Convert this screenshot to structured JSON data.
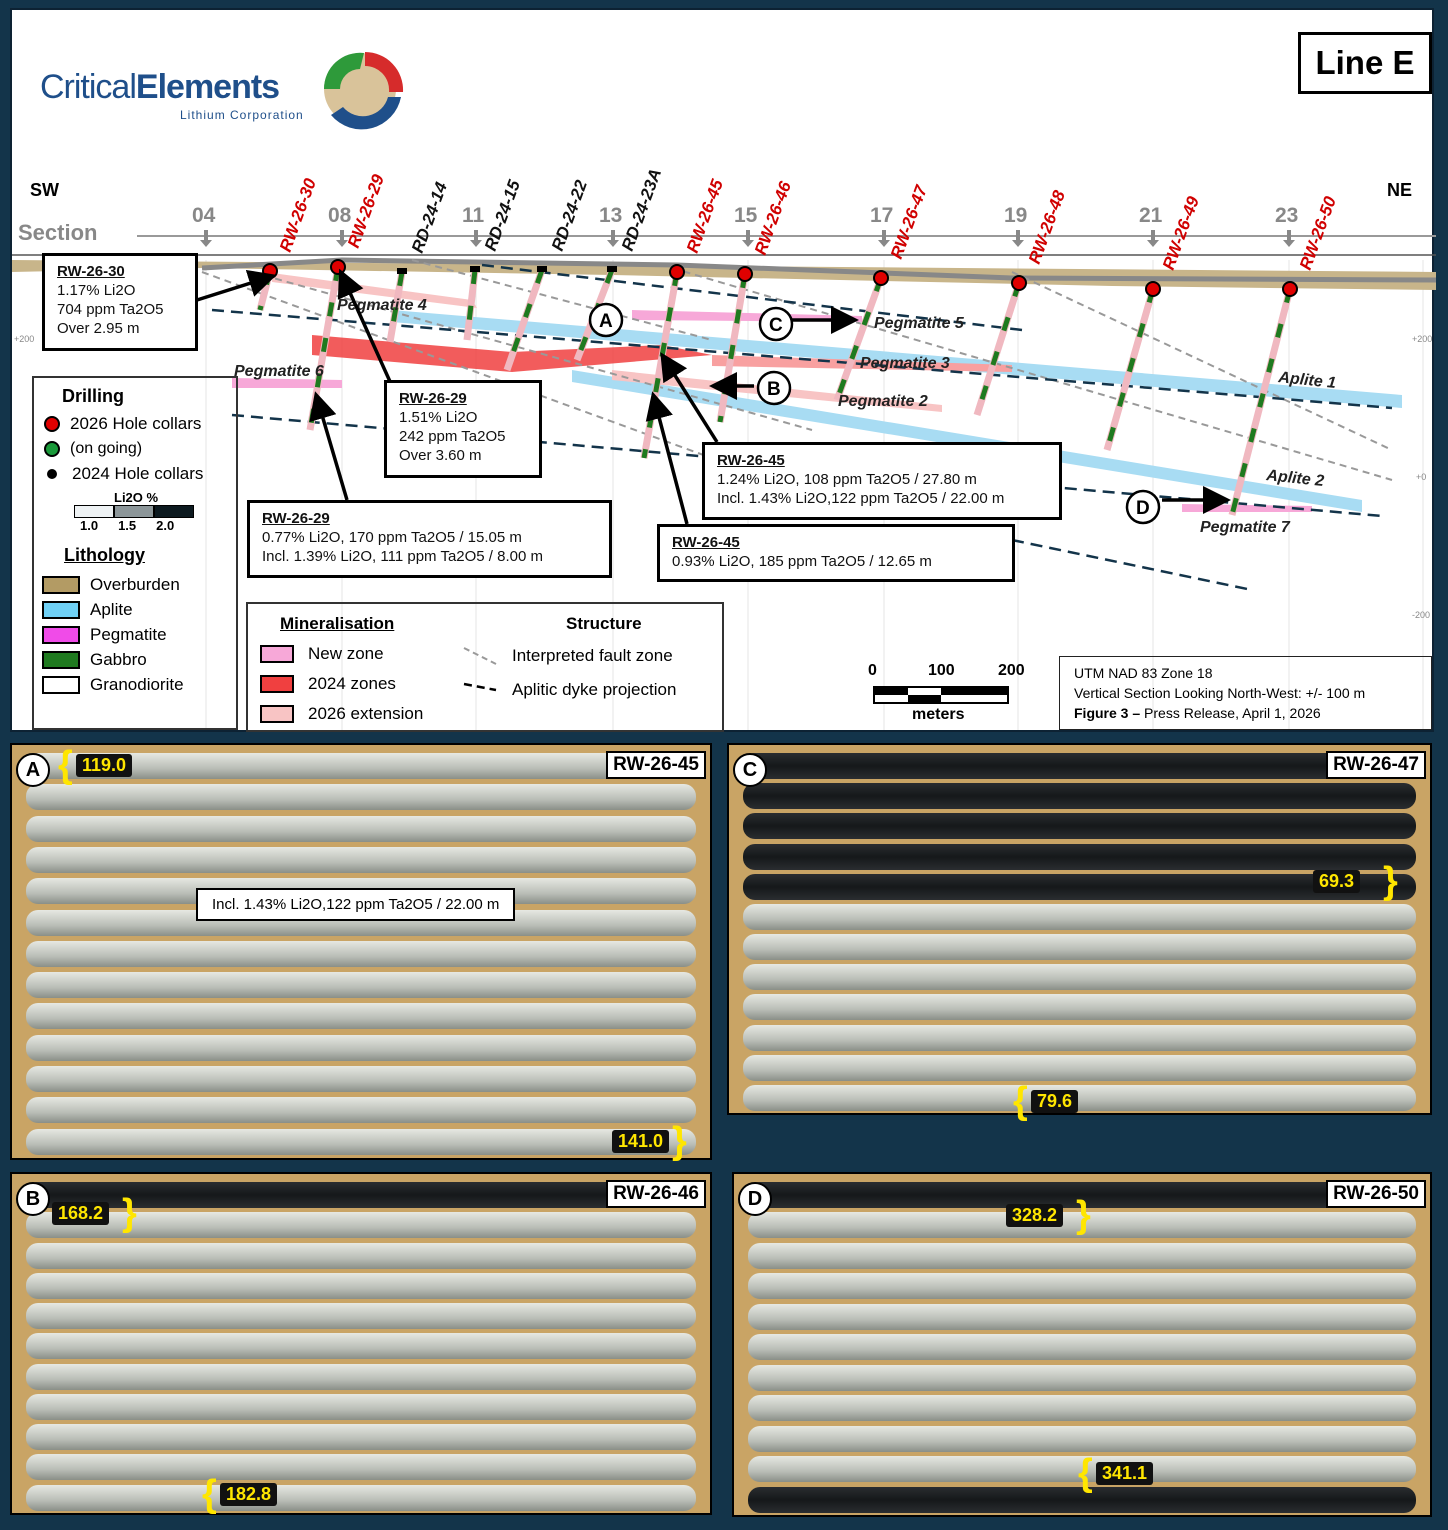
{
  "logo": {
    "brand_a": "Critical",
    "brand_b": "Elements",
    "sub": "Lithium Corporation"
  },
  "title": "Line E",
  "directions": {
    "sw": "SW",
    "ne": "NE"
  },
  "section_label": "Section",
  "sections": [
    "04",
    "08",
    "11",
    "13",
    "15",
    "17",
    "19",
    "21",
    "23"
  ],
  "holes": [
    "RW-26-30",
    "RW-26-29",
    "RD-24-14",
    "RD-24-15",
    "RD-24-22",
    "RD-24-23A",
    "RW-26-45",
    "RW-26-46",
    "RW-26-47",
    "RW-26-48",
    "RW-26-49",
    "RW-26-50"
  ],
  "elevations": [
    "+200",
    "+200",
    "+0",
    "-200"
  ],
  "units": [
    "Pegmatite 4",
    "Pegmatite 5",
    "Pegmatite 3",
    "Pegmatite 2",
    "Pegmatite 6",
    "Pegmatite 7",
    "Aplite 1",
    "Aplite 2"
  ],
  "markers": [
    "A",
    "B",
    "C",
    "D"
  ],
  "callouts": [
    {
      "hole": "RW-26-30",
      "lines": [
        "1.17% Li2O",
        "704 ppm Ta2O5",
        "Over 2.95 m"
      ]
    },
    {
      "hole": "RW-26-29",
      "lines": [
        "1.51% Li2O",
        "242 ppm Ta2O5",
        "Over 3.60 m"
      ]
    },
    {
      "hole": "RW-26-29",
      "lines": [
        "0.77% Li2O, 170 ppm Ta2O5 / 15.05 m",
        "Incl. 1.39% Li2O, 111 ppm Ta2O5 / 8.00 m"
      ]
    },
    {
      "hole": "RW-26-45",
      "lines": [
        "1.24% Li2O, 108 ppm Ta2O5 / 27.80 m",
        "Incl. 1.43% Li2O,122 ppm Ta2O5 / 22.00 m"
      ]
    },
    {
      "hole": "RW-26-45",
      "lines": [
        "0.93% Li2O, 185 ppm Ta2O5 / 12.65 m"
      ]
    }
  ],
  "legend": {
    "drilling_title": "Drilling",
    "drilling": [
      "2026 Hole collars",
      "(on going)",
      "2024 Hole collars"
    ],
    "li2o_title": "Li2O %",
    "li2o_ticks": [
      "1.0",
      "1.5",
      "2.0"
    ],
    "lithology_title": "Lithology",
    "lithology": [
      {
        "label": "Overburden",
        "color": "#b39b64"
      },
      {
        "label": "Aplite",
        "color": "#6fd0f5"
      },
      {
        "label": "Pegmatite",
        "color": "#f04be8"
      },
      {
        "label": "Gabbro",
        "color": "#1f7a1f"
      },
      {
        "label": "Granodiorite",
        "color": "#ffffff"
      }
    ]
  },
  "mineralisation": {
    "title": "Mineralisation",
    "items": [
      {
        "label": "New zone",
        "color": "#f7a8d8"
      },
      {
        "label": "2024 zones",
        "color": "#f04040"
      },
      {
        "label": "2026 extension",
        "color": "#f8c4c4"
      }
    ]
  },
  "structure": {
    "title": "Structure",
    "items": [
      "Interpreted fault zone",
      "Aplitic dyke projection"
    ]
  },
  "scale": {
    "ticks": [
      "0",
      "100",
      "200"
    ],
    "unit": "meters"
  },
  "utm": {
    "line1": "UTM NAD 83 Zone 18",
    "line2": "Vertical Section Looking North-West: +/- 100 m",
    "fig_bold": "Figure 3 –",
    "fig_rest": " Press Release, April 1, 2026"
  },
  "photos": [
    {
      "letter": "A",
      "hole": "RW-26-45",
      "from": "119.0",
      "to": "141.0",
      "note": "Incl. 1.43% Li2O,122 ppm Ta2O5 / 22.00 m"
    },
    {
      "letter": "C",
      "hole": "RW-26-47",
      "from": "69.3",
      "to": "79.6"
    },
    {
      "letter": "B",
      "hole": "RW-26-46",
      "from": "168.2",
      "to": "182.8"
    },
    {
      "letter": "D",
      "hole": "RW-26-50",
      "from": "328.2",
      "to": "341.1"
    }
  ],
  "colors": {
    "collar2026": "#e00000",
    "collar_ongoing": "#1a9a3a",
    "hole_label_2026": "#d00000"
  }
}
